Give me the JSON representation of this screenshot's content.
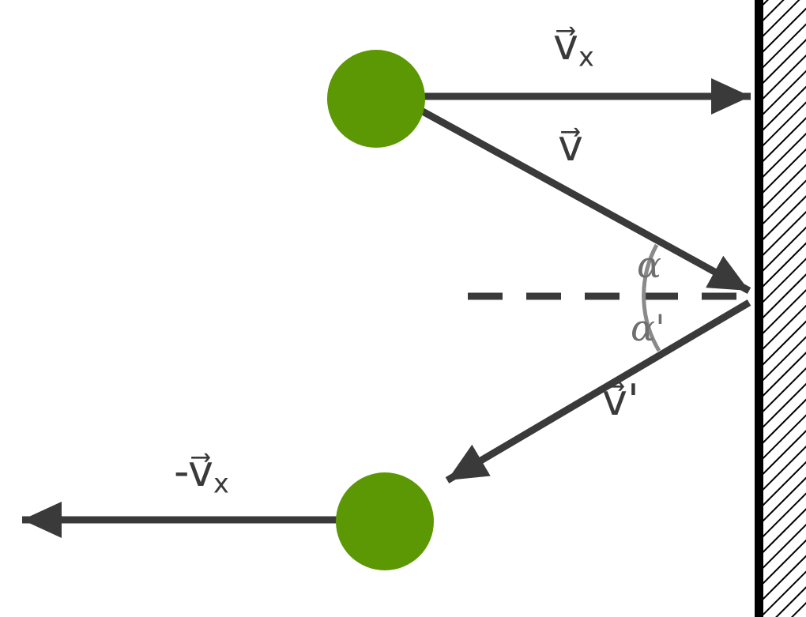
{
  "diagram": {
    "type": "physics-vector-diagram",
    "description": "Elastic reflection of a ball bouncing off a vertical wall, showing incoming velocity v with horizontal component vx, reflected velocity v' with horizontal component -vx, and equal angles alpha and alpha' to the wall normal",
    "labels": {
      "vx_in_main": "v⃗",
      "vx_in_sub": "x",
      "v_in": "v⃗",
      "angle_incidence": "α",
      "angle_reflection": "α'",
      "v_out": "v⃗'",
      "vx_out_main": "-v⃗",
      "vx_out_sub": "x"
    },
    "colors": {
      "ball": "#5b9804",
      "arrow": "#3a3a3a",
      "dashed_line": "#3a3a3a",
      "wall": "#000000",
      "hatch": "#000000",
      "angle_arc": "#8a8a8a",
      "angle_text": "#6f6f6f",
      "background": "#ffffff"
    }
  }
}
